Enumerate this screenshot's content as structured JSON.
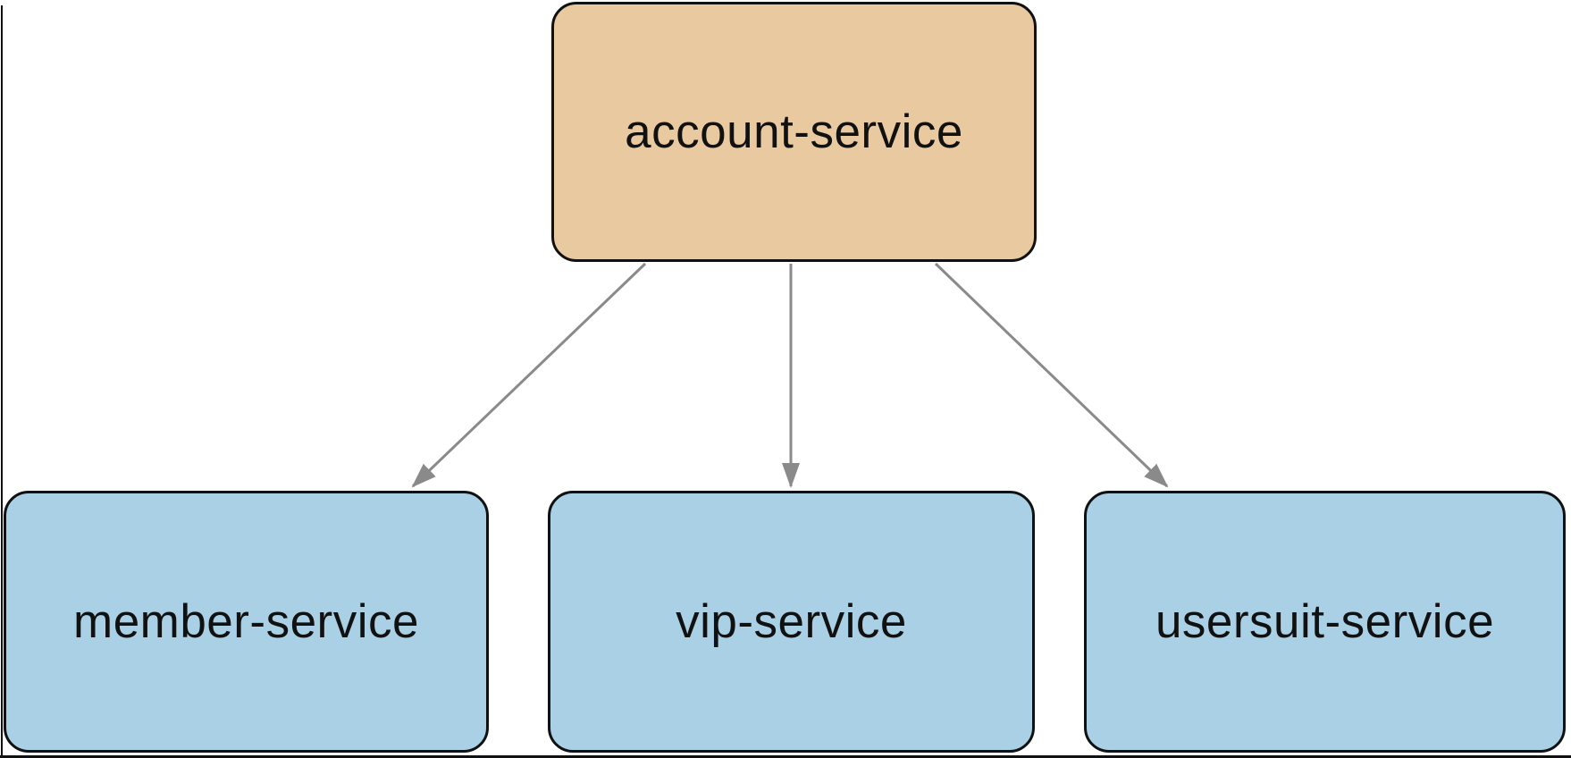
{
  "diagram": {
    "type": "service-dependency-graph",
    "nodes": [
      {
        "id": "account-service",
        "label": "account-service",
        "fill": "#e9c9a0",
        "role": "root"
      },
      {
        "id": "member-service",
        "label": "member-service",
        "fill": "#aad0e6",
        "role": "child"
      },
      {
        "id": "vip-service",
        "label": "vip-service",
        "fill": "#aad0e6",
        "role": "child"
      },
      {
        "id": "usersuit-service",
        "label": "usersuit-service",
        "fill": "#aad0e6",
        "role": "child"
      }
    ],
    "edges": [
      {
        "from": "account-service",
        "to": "member-service",
        "style": "solid-arrow"
      },
      {
        "from": "account-service",
        "to": "vip-service",
        "style": "solid-arrow"
      },
      {
        "from": "account-service",
        "to": "usersuit-service",
        "style": "solid-arrow"
      }
    ],
    "colors": {
      "node_border": "#111111",
      "edge": "#8a8a8a",
      "background": "#ffffff",
      "text": "#111111"
    }
  }
}
